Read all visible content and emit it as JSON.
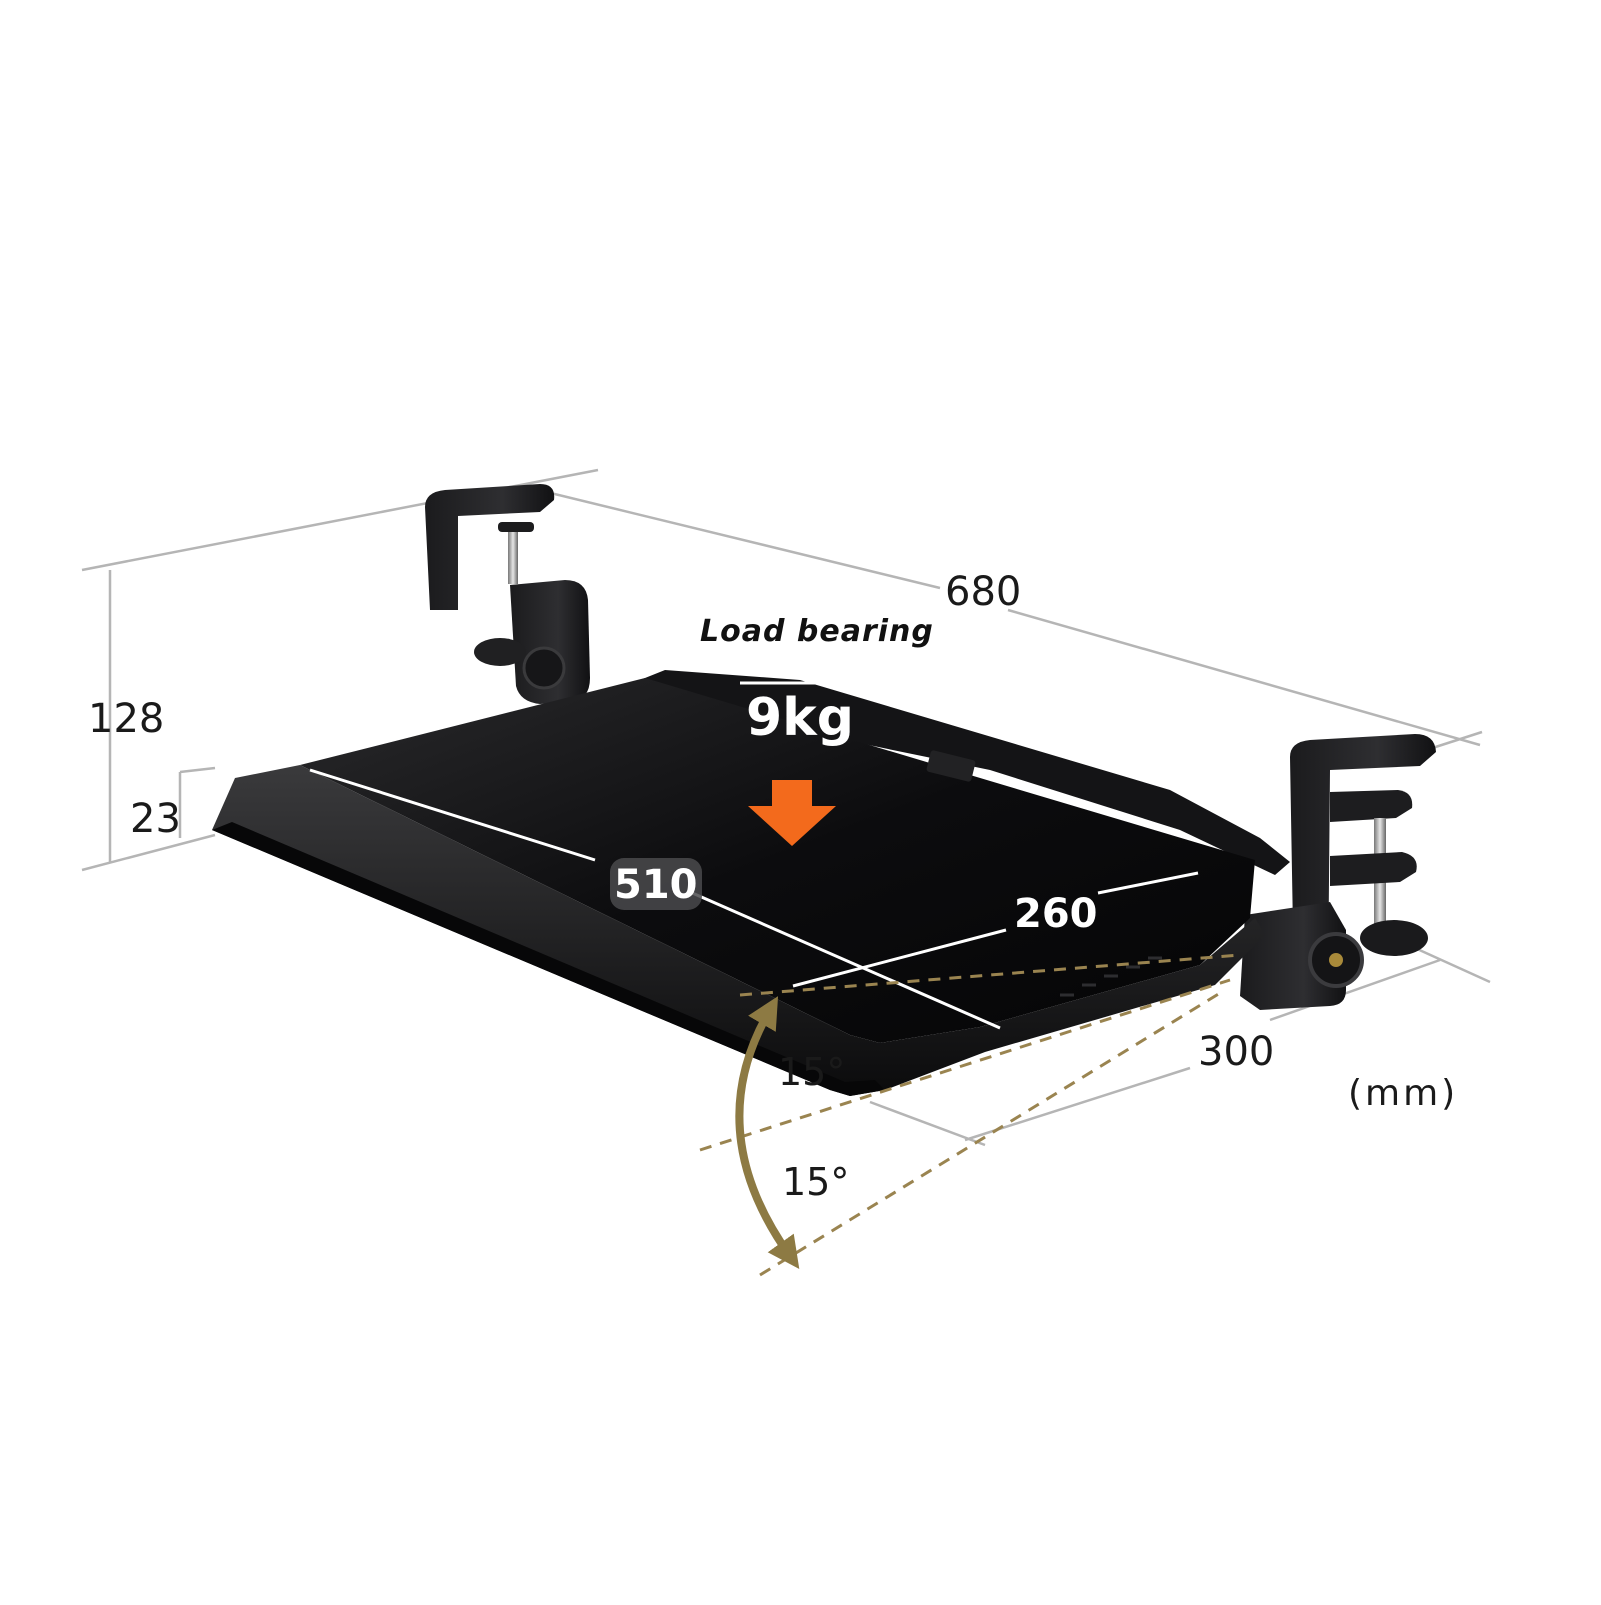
{
  "dimensions": {
    "length": "680",
    "height_total": "128",
    "height_tray": "23",
    "tray_width": "510",
    "tray_depth": "260",
    "extension": "300",
    "unit": "(mm)"
  },
  "load": {
    "title": "Load bearing",
    "weight": "9kg"
  },
  "tilt": {
    "up_angle": "15°",
    "down_angle": "15°"
  },
  "colors": {
    "tray": "#0e0e10",
    "arrow": "#f36a1c",
    "angle_guides": "#9a8450",
    "dim_lines": "#b5b5b5"
  },
  "icons": {
    "load_arrow": "arrow-down-icon",
    "tilt_arrow": "double-arc-arrow-icon"
  }
}
